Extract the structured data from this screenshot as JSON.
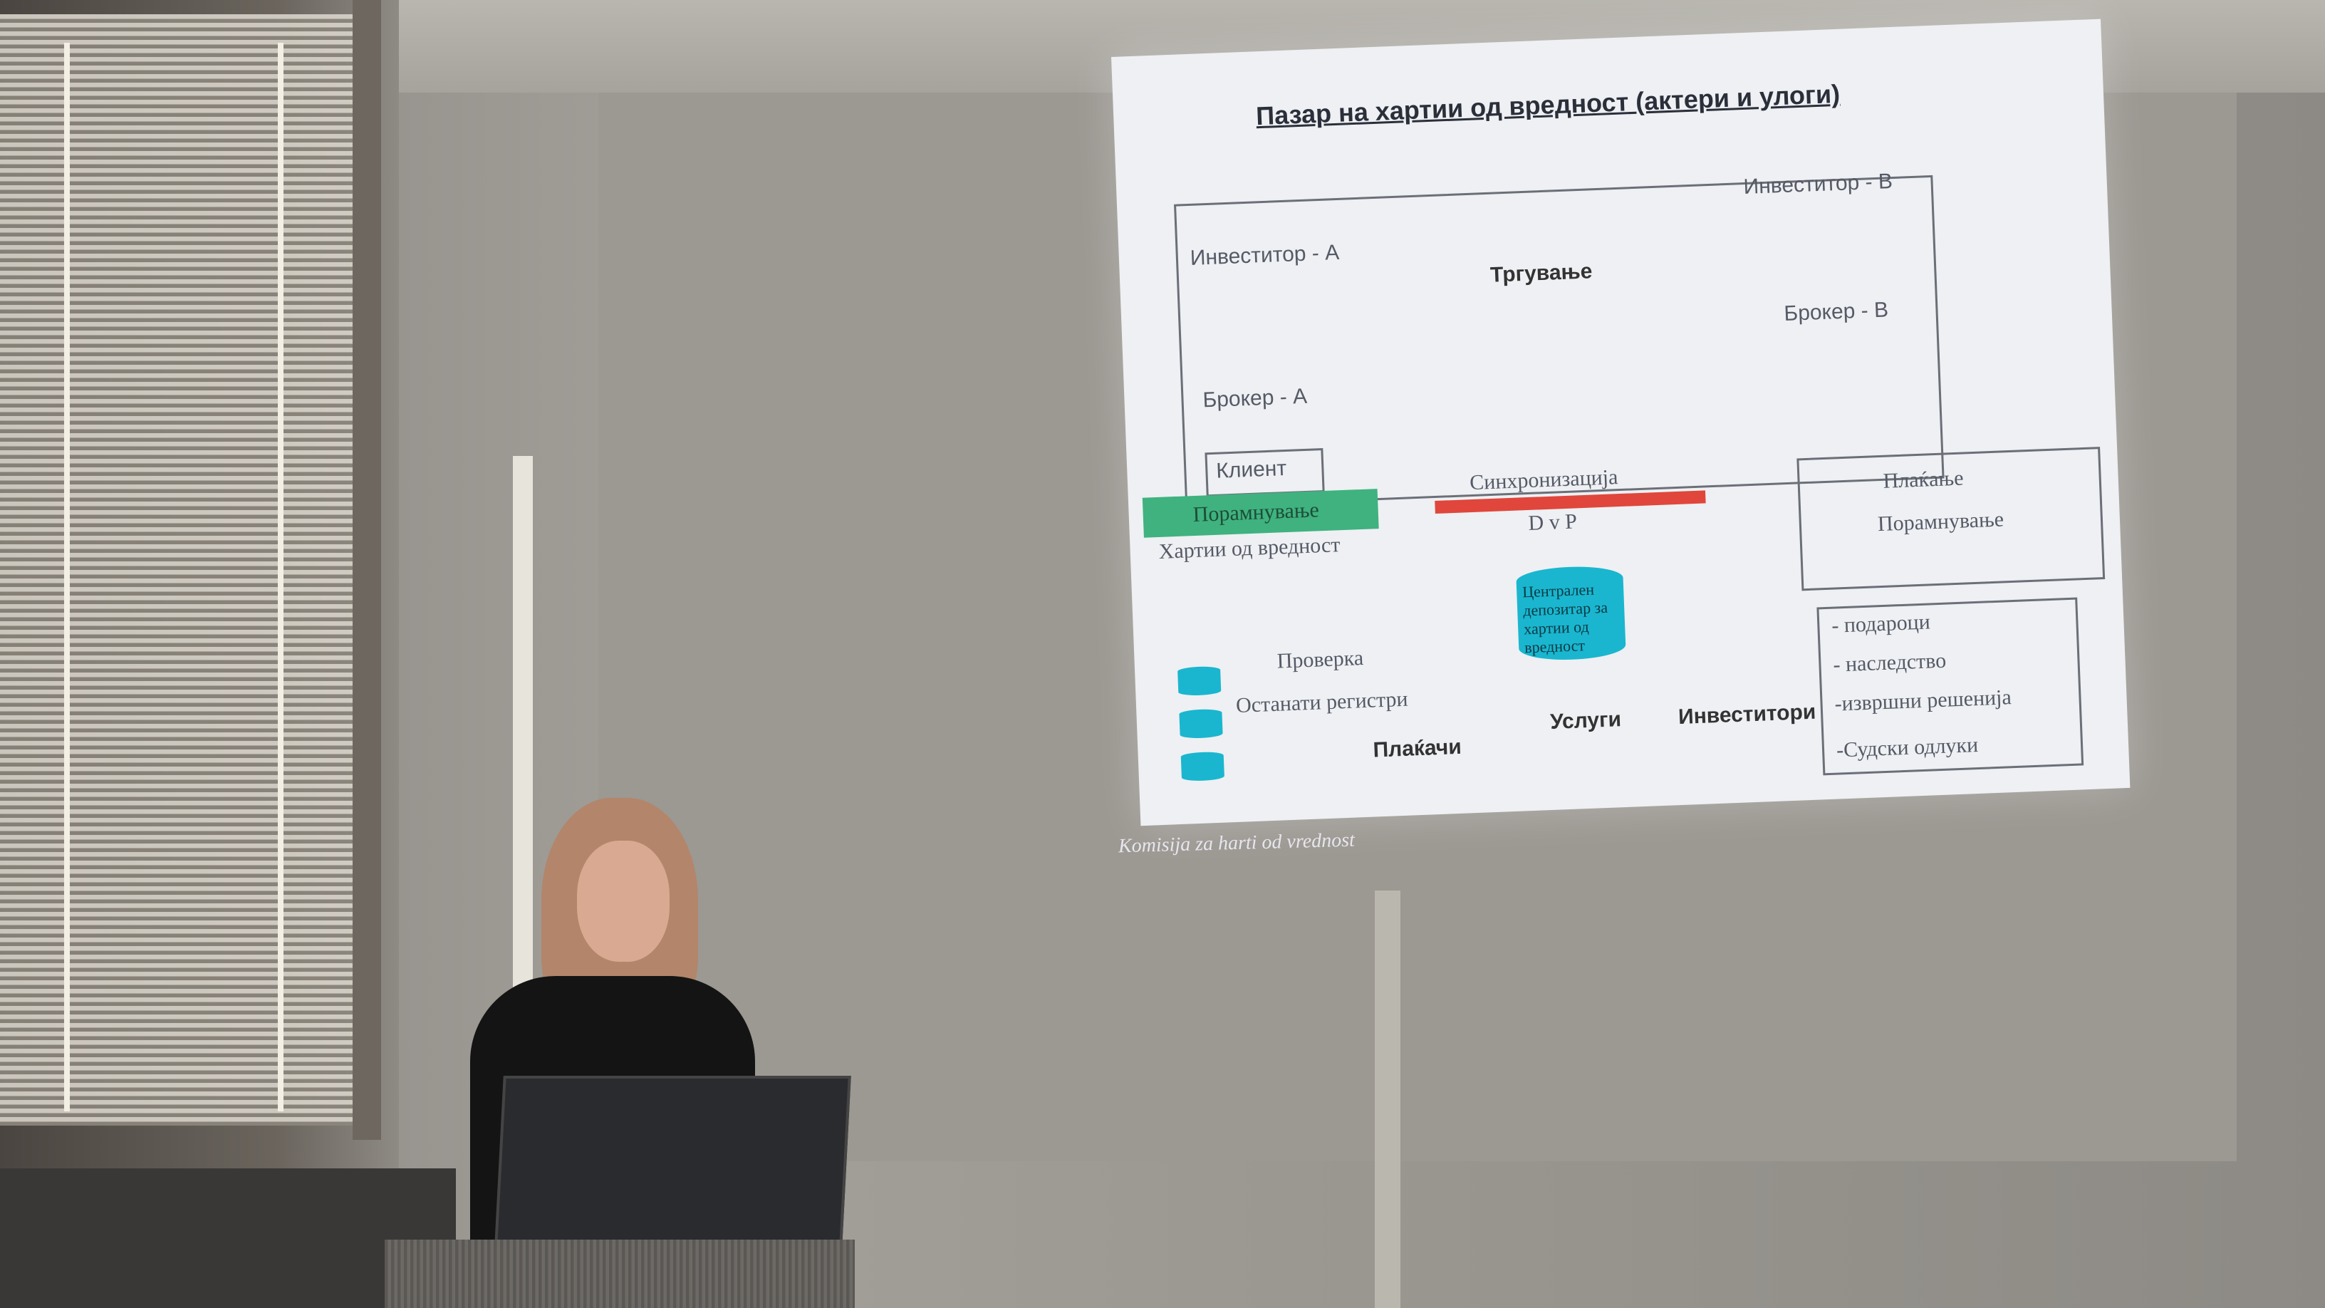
{
  "slide": {
    "title": "Пазар на хартии од вредност (актери и улоги)",
    "investor_a": "Инвеститор - А",
    "investor_b": "Инвеститор - В",
    "trading": "Тргување",
    "broker_a": "Брокер - А",
    "broker_b": "Брокер - В",
    "client": "Клиент",
    "dvp": "D v P",
    "securities": "Хартии од вредност",
    "reconciliation": "Порамнување",
    "sync": "Синхронизација",
    "payment": "Плаќање",
    "reconciliation2": "Порамнување",
    "depository": "Централен депозитар за хартии од вредност",
    "check": "Проверка",
    "other_registers": "Останати регистри",
    "payers": "Плаќачи",
    "services": "Услуги",
    "investors": "Инвеститори",
    "item_gifts": "- подароци",
    "item_inheritance": "- наследство",
    "item_enforcement": "-извршни решенија",
    "item_court": "-Судски одлуки"
  },
  "caption": "Komisija za harti od vrednost",
  "colors": {
    "green_bar": "#3fb27f",
    "red_arrow": "#e0463b",
    "depository": "#1ab6cf"
  }
}
